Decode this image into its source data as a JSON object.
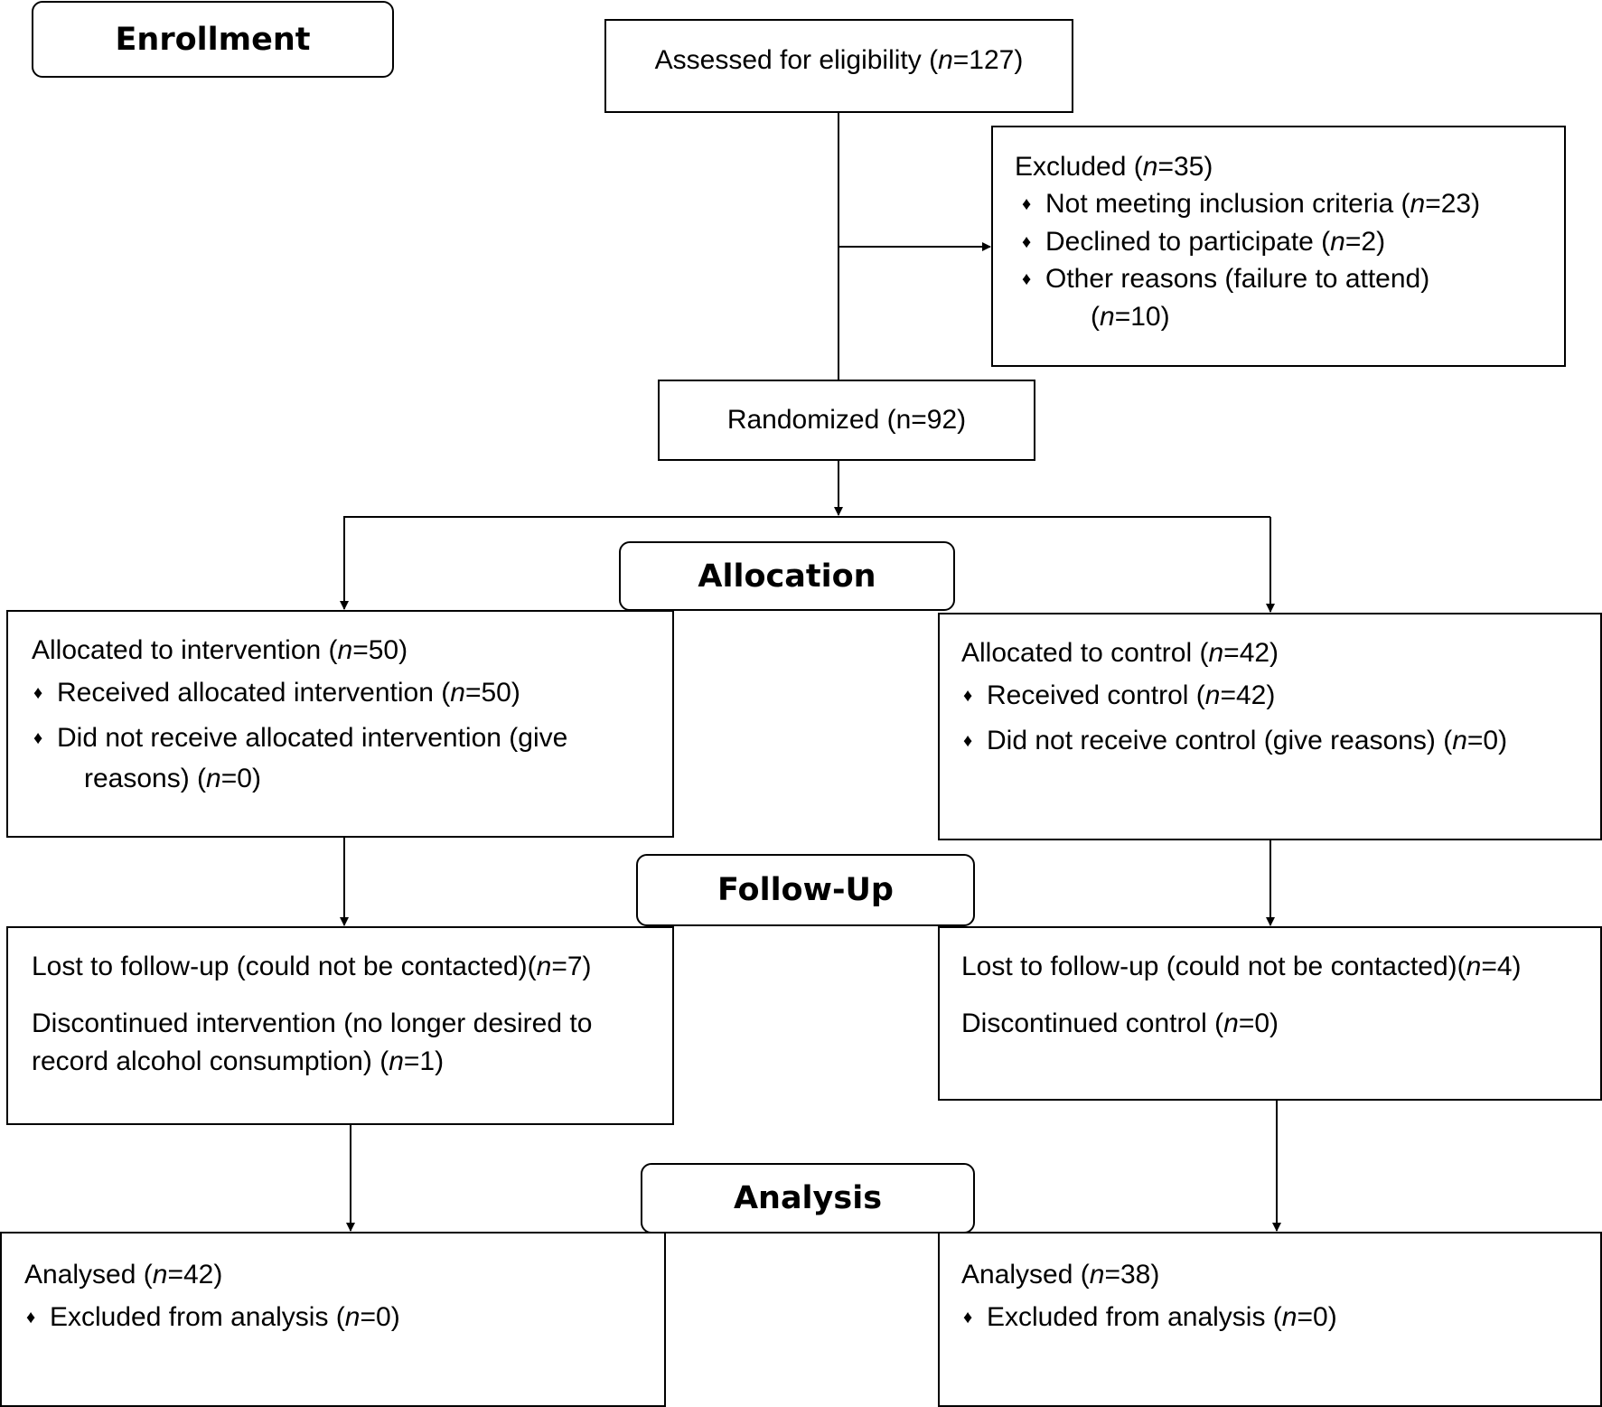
{
  "stages": {
    "enrollment": "Enrollment",
    "allocation": "Allocation",
    "followup": "Follow-Up",
    "analysis": "Analysis"
  },
  "n_symbol": "n",
  "assessed": {
    "label": "Assessed for eligibility (",
    "n": "=127)"
  },
  "excluded": {
    "header": {
      "label": "Excluded  (",
      "n": "=35)"
    },
    "items": [
      {
        "label": "Not meeting inclusion criteria (",
        "n": "=23)"
      },
      {
        "label": "Declined to participate (",
        "n": "=2)"
      },
      {
        "label": "Other reasons (failure to attend)",
        "cont_pre": "(",
        "n": "=10)"
      }
    ]
  },
  "randomized": "Randomized (n=92)",
  "intervention": {
    "allocated": {
      "label": "Allocated to intervention (",
      "n": "=50)"
    },
    "received": {
      "label": "Received allocated intervention (",
      "n": "=50)"
    },
    "not_received": {
      "label": "Did not receive allocated intervention (give",
      "cont_pre": "reasons) (",
      "n": "=0)"
    },
    "lost": {
      "label": "Lost to follow-up (could not be contacted)(",
      "n": "=7)"
    },
    "discontinued": {
      "label": "Discontinued intervention (no longer desired to",
      "cont_pre": "record alcohol consumption) (",
      "n": "=1)"
    },
    "analysed": {
      "label": "Analysed  (",
      "n": "=42)"
    },
    "excluded_analysis": {
      "label": "Excluded from analysis (",
      "n": "=0)"
    }
  },
  "control": {
    "allocated": {
      "label": "Allocated to control (",
      "n": "=42)"
    },
    "received": {
      "label": "Received control (",
      "n": "=42)"
    },
    "not_received": {
      "label": "Did not receive control (give reasons) (",
      "n": "=0)"
    },
    "lost": {
      "label": "Lost to follow-up (could not be contacted)(",
      "n": "=4)"
    },
    "discontinued": {
      "label": "Discontinued control (",
      "n": "=0)"
    },
    "analysed": {
      "label": "Analysed  (",
      "n": "=38)"
    },
    "excluded_analysis": {
      "label": "Excluded from analysis (",
      "n": "=0)"
    }
  }
}
